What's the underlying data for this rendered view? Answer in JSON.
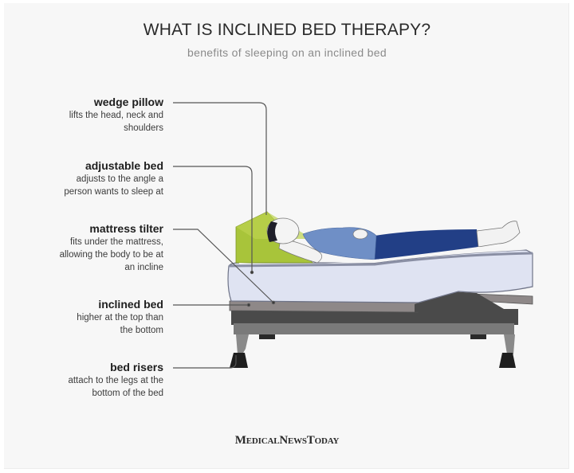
{
  "header": {
    "title": "WHAT IS INCLINED BED THERAPY?",
    "subtitle": "benefits of sleeping on an inclined bed"
  },
  "callouts": [
    {
      "title": "wedge pillow",
      "description_lines": [
        "lifts the head, neck and",
        "shoulders"
      ]
    },
    {
      "title": "adjustable bed",
      "description_lines": [
        "adjusts to the angle a",
        "person wants to sleep at"
      ]
    },
    {
      "title": "mattress tilter",
      "description_lines": [
        "fits under the mattress,",
        "allowing the body to be at",
        "an incline"
      ]
    },
    {
      "title": "inclined bed",
      "description_lines": [
        "higher at the top than",
        "the bottom"
      ]
    },
    {
      "title": "bed risers",
      "description_lines": [
        "attach to the legs at the",
        "bottom of the bed"
      ]
    }
  ],
  "illustration": {
    "subject": "person lying on an inclined bed with wedge pillow",
    "colors": {
      "wedge": "#a8c43a",
      "shirt": "#6f8fc6",
      "pants": "#223f86",
      "mattress": "#dfe3f2",
      "frame": "#5e5e5e",
      "risers": "#1f1f1f",
      "leader_line": "#555555"
    }
  },
  "footer": {
    "brand": "MedicalNewsToday"
  }
}
